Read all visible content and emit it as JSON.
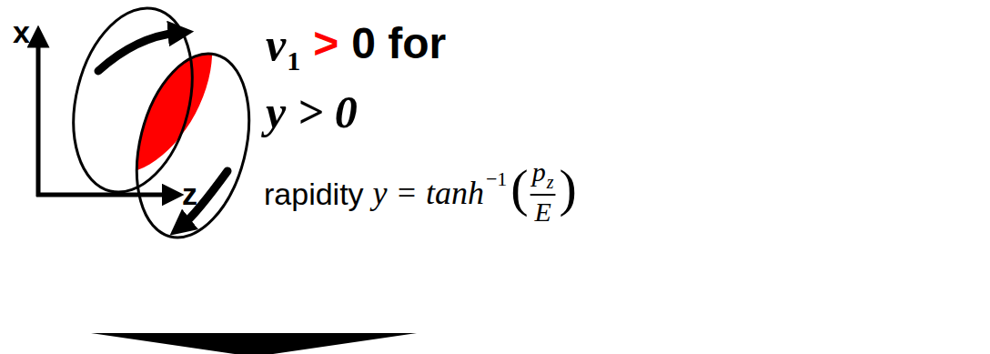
{
  "diagram": {
    "labels": [
      "x",
      "z",
      "v",
      "1",
      ">",
      "0 for",
      "y > 0",
      "rapidity",
      "y = tanh",
      "−1",
      "(",
      "p",
      "z",
      "E",
      ")"
    ]
  }
}
